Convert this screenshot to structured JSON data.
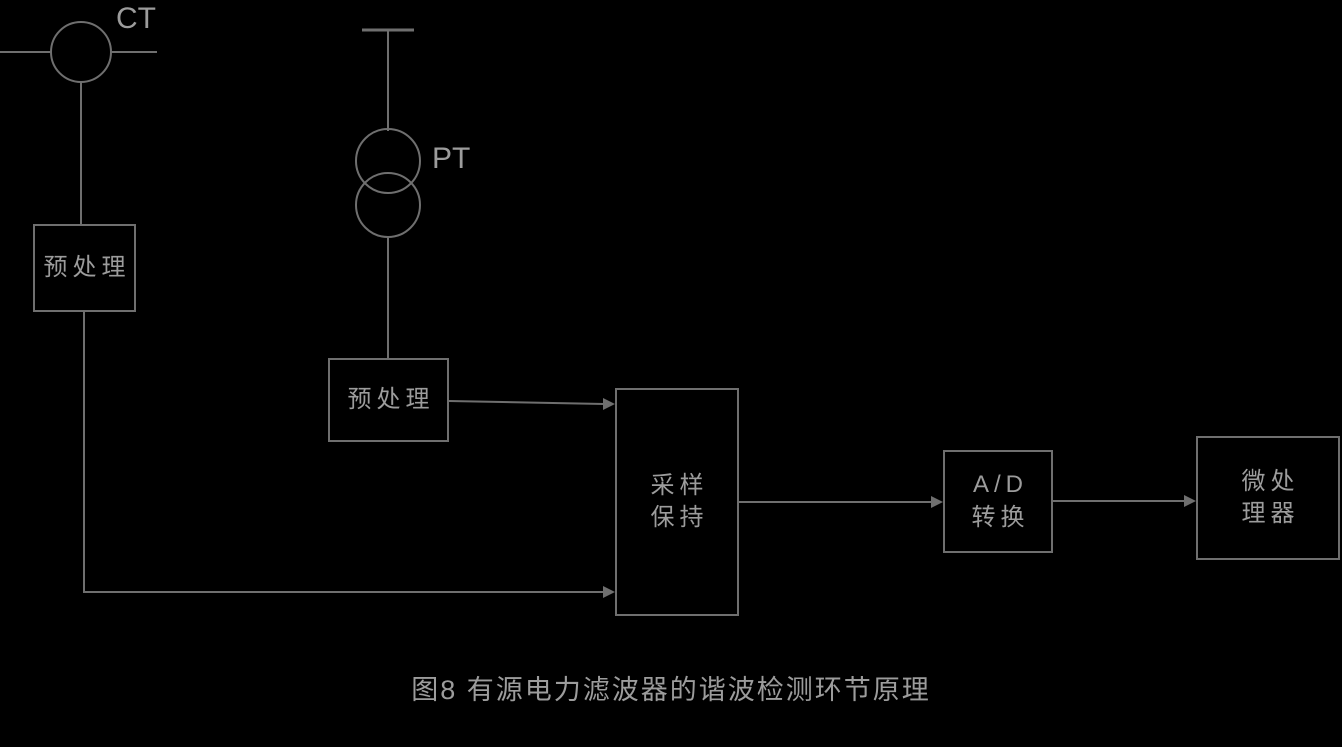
{
  "colors": {
    "background": "#000000",
    "line": "#6f6f6f",
    "text": "#9c9c9c"
  },
  "diagram": {
    "ct_label": "CT",
    "pt_label": "PT",
    "preprocess1_label": "预处理",
    "preprocess2_label": "预处理",
    "sample_hold": {
      "line1": "采样",
      "line2": "保持"
    },
    "ad_converter": {
      "line1": "A/D",
      "line2": "转换"
    },
    "microprocessor": {
      "line1": "微处",
      "line2": "理器"
    },
    "caption": "图8 有源电力滤波器的谐波检测环节原理"
  }
}
